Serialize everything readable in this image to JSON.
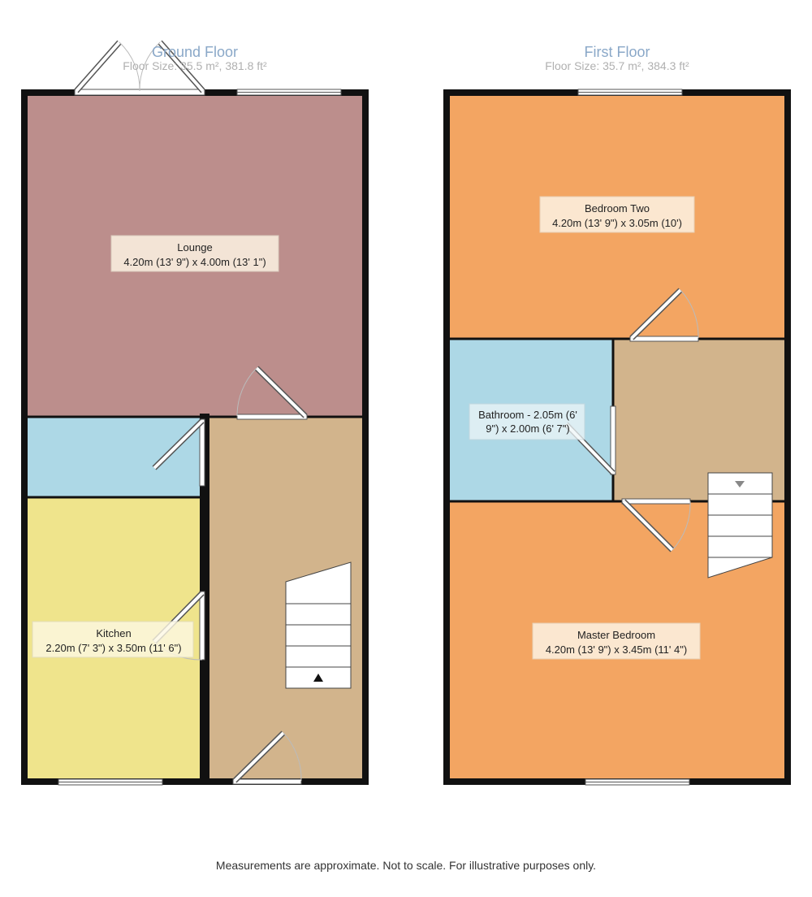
{
  "ground_floor": {
    "title": "Ground Floor",
    "size": "Floor Size: 35.5 m², 381.8 ft²",
    "rooms": {
      "lounge": {
        "name": "Lounge",
        "dims": "4.20m (13' 9\") x 4.00m (13' 1\")",
        "color": "#bc8e8c"
      },
      "kitchen": {
        "name": "Kitchen",
        "dims": "2.20m (7' 3\") x 3.50m (11' 6\")",
        "color": "#efe48c"
      },
      "utility": {
        "color": "#add8e6"
      },
      "hallway": {
        "color": "#d2b48c"
      }
    }
  },
  "first_floor": {
    "title": "First Floor",
    "size": "Floor Size: 35.7 m², 384.3 ft²",
    "rooms": {
      "bedroom_two": {
        "name": "Bedroom Two",
        "dims": "4.20m (13' 9\") x 3.05m (10')",
        "color": "#f3a562"
      },
      "bathroom": {
        "name_line1": "Bathroom - 2.05m (6'",
        "name_line2": "9\") x 2.00m (6' 7\")",
        "color": "#add8e6"
      },
      "landing": {
        "color": "#d2b48c"
      },
      "master_bedroom": {
        "name": "Master Bedroom",
        "dims": "4.20m (13' 9\") x 3.45m (11' 4\")",
        "color": "#f3a562"
      }
    }
  },
  "footer": "Measurements are approximate. Not to scale. For illustrative purposes only.",
  "colors": {
    "wall": "#111111",
    "label_bg": "#fdf3e4"
  }
}
